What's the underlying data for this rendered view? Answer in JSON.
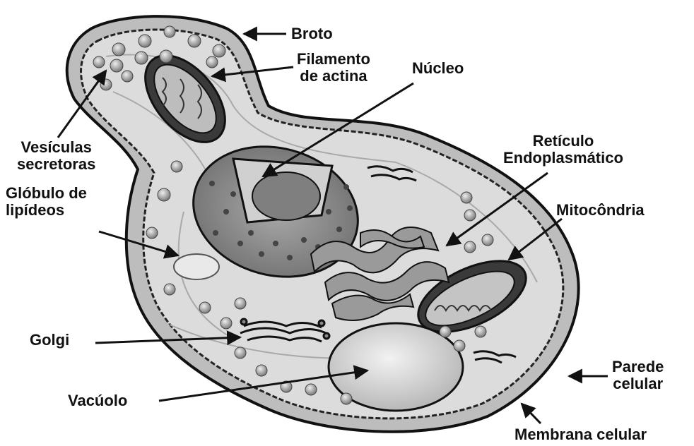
{
  "diagram": {
    "labels": {
      "broto": "Broto",
      "filamento_line1": "Filamento",
      "filamento_line2": "de actina",
      "nucleo": "Núcleo",
      "vesiculas_line1": "Vesículas",
      "vesiculas_line2": "secretoras",
      "globulo_line1": "Glóbulo de",
      "globulo_line2": "lipídeos",
      "reticulo_line1": "Retículo",
      "reticulo_line2": "Endoplasmático",
      "mitocondria": "Mitocôndria",
      "golgi": "Golgi",
      "vacuolo": "Vacúolo",
      "parede_line1": "Parede",
      "parede_line2": "celular",
      "membrana": "Membrana celular"
    },
    "colors": {
      "ink": "#111111",
      "cytoplasm": "#d9d9d9",
      "wall": "#bcbcbc",
      "nucleus": "#8f8f8f",
      "vacuole": "#e4e4e4"
    }
  }
}
